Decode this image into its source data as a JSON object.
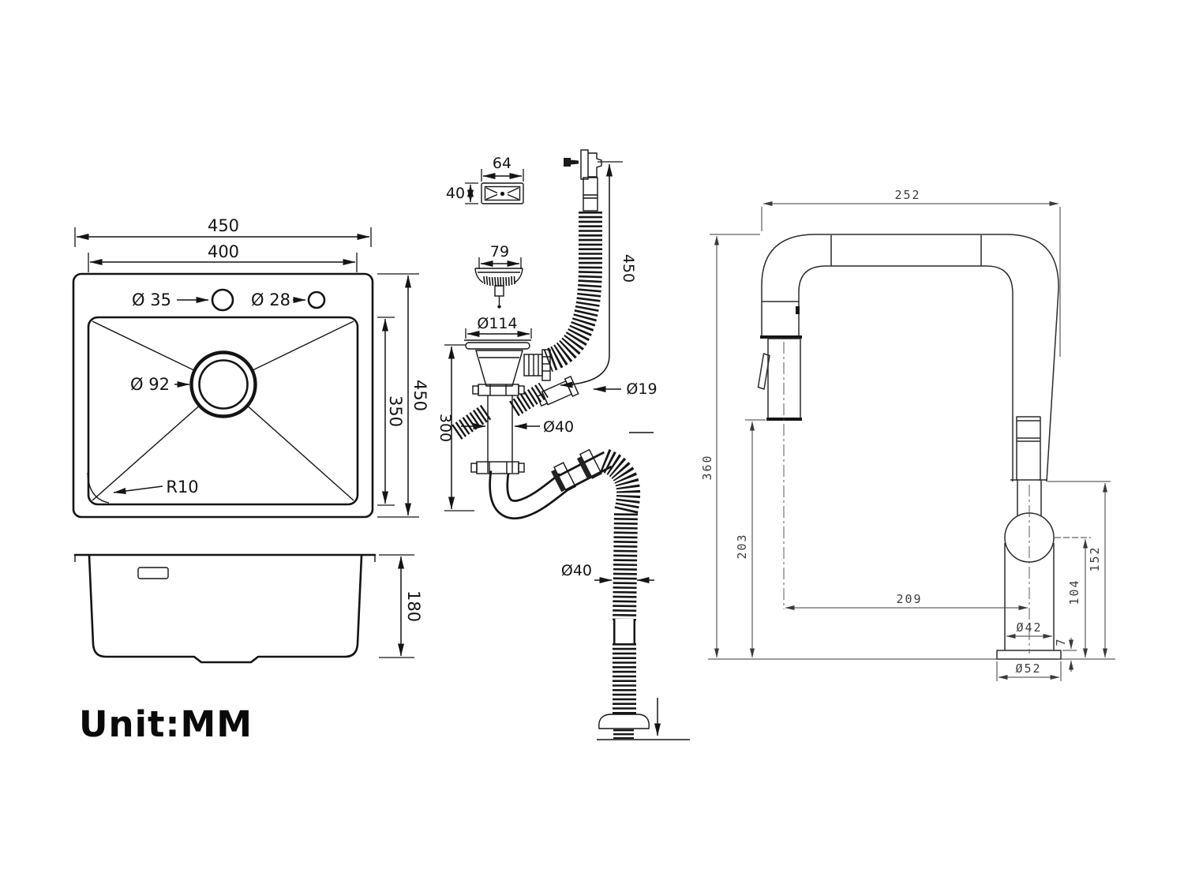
{
  "unit_label": "Unit:MM",
  "sink_top": {
    "outer_width": "450",
    "inner_width": "400",
    "hole_left": "Ø 35",
    "hole_right": "Ø 28",
    "drain_dia": "Ø 92",
    "corner_radius": "R10",
    "outer_height": "450",
    "inner_height": "350"
  },
  "sink_side": {
    "depth": "180"
  },
  "drain": {
    "overflow_width": "64",
    "overflow_height": "40",
    "strainer_width": "79",
    "flange_dia": "Ø114",
    "overflow_hose_length": "450",
    "nipple_dia": "Ø19",
    "tube_dia": "Ø40",
    "body_height": "300",
    "outlet_pipe_dia": "Ø40"
  },
  "faucet": {
    "spout_reach": "252",
    "total_height": "360",
    "spray_clearance": "203",
    "spread": "209",
    "handle_height": "152",
    "joint_height": "104",
    "body_dia": "Ø42",
    "base_plate_height": "7",
    "base_dia": "Ø52"
  }
}
